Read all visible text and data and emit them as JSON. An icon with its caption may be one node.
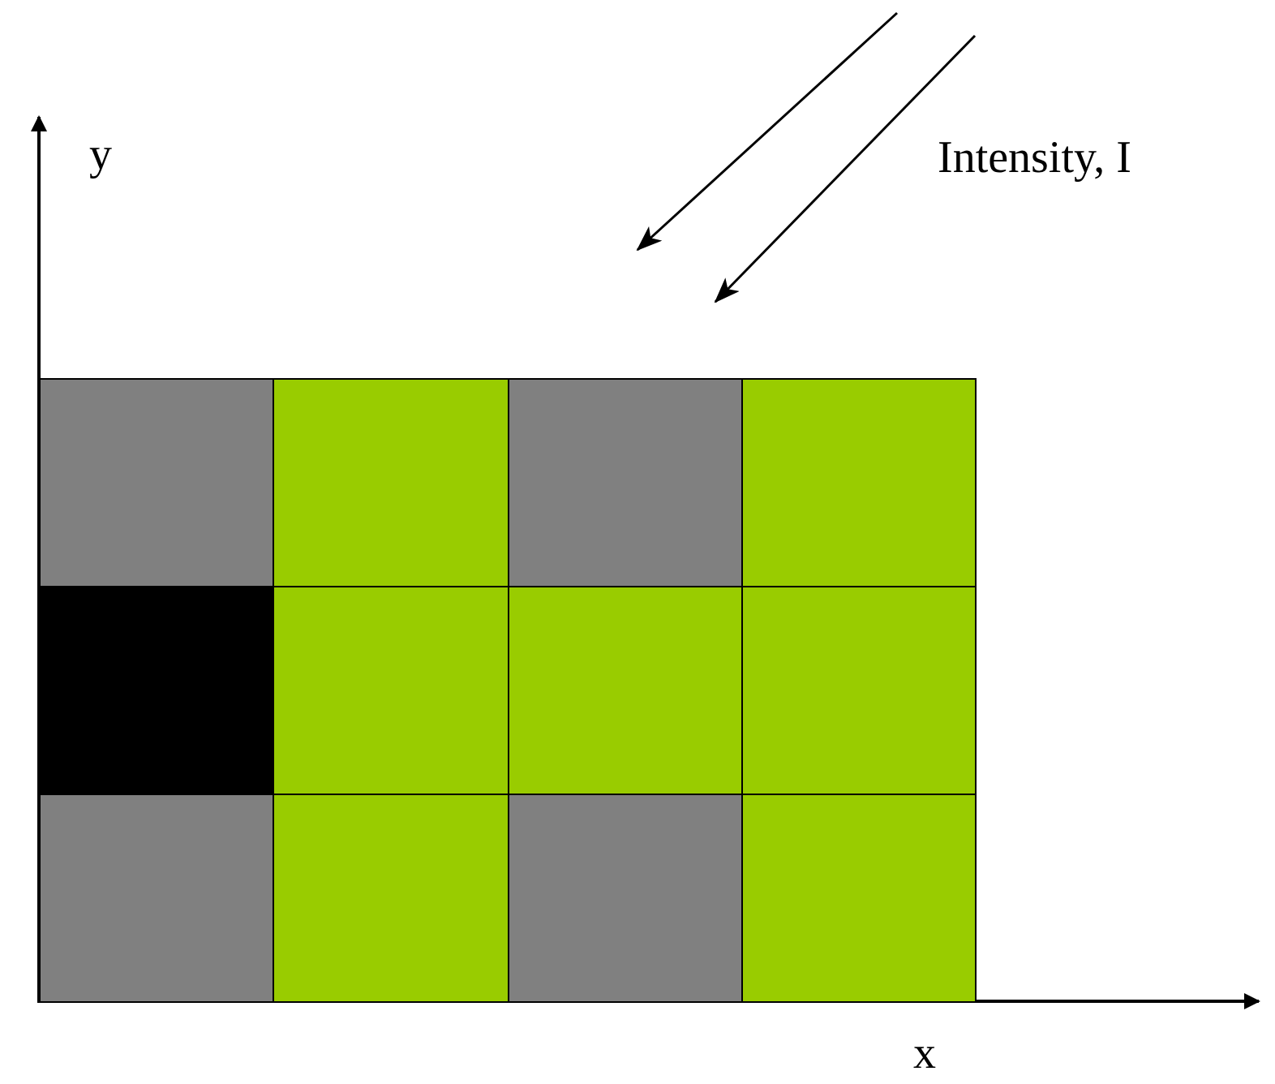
{
  "diagram": {
    "nodes": [
      {
        "text": [],
        "shape": "box"
      },
      {
        "text": [],
        "shape": "box"
      },
      {
        "text": [],
        "shape": "box"
      },
      {
        "text": [],
        "shape": "box"
      },
      {
        "text": [],
        "shape": "box"
      },
      {
        "text": [],
        "shape": "box"
      },
      {
        "text": [],
        "shape": "box"
      },
      {
        "text": [],
        "shape": "box"
      },
      {
        "text": [],
        "shape": "box"
      },
      {
        "text": [],
        "shape": "box"
      },
      {
        "text": [],
        "shape": "box"
      },
      {
        "text": [],
        "shape": "box"
      }
    ],
    "labels": [
      "y",
      "Intensity, I",
      "x"
    ]
  }
}
